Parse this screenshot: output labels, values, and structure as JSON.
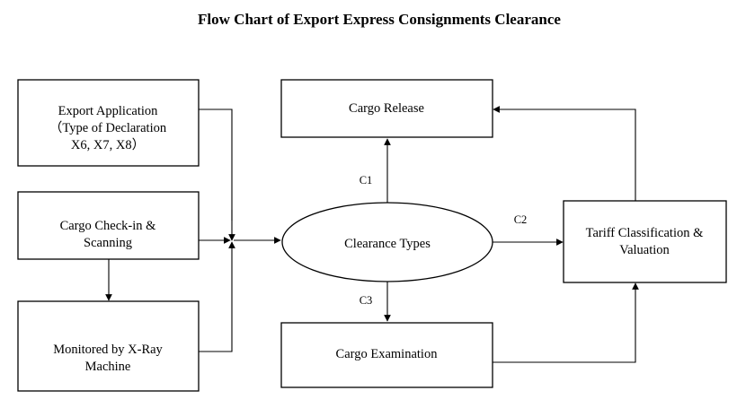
{
  "title": "Flow Chart of Export Express Consignments Clearance",
  "nodes": {
    "export_application": {
      "lines": [
        "Export Application",
        "（Type of Declaration",
        "X6, X7, X8）"
      ]
    },
    "cargo_checkin": {
      "lines": [
        "Cargo Check-in &",
        "Scanning"
      ]
    },
    "xray": {
      "lines": [
        "Monitored by X-Ray",
        "Machine"
      ]
    },
    "cargo_release": {
      "lines": [
        "Cargo Release"
      ]
    },
    "clearance_types": {
      "lines": [
        "Clearance Types"
      ]
    },
    "cargo_examination": {
      "lines": [
        "Cargo Examination"
      ]
    },
    "tariff": {
      "lines": [
        "Tariff Classification &",
        "Valuation"
      ]
    }
  },
  "edges": {
    "c1": "C1",
    "c2": "C2",
    "c3": "C3"
  }
}
